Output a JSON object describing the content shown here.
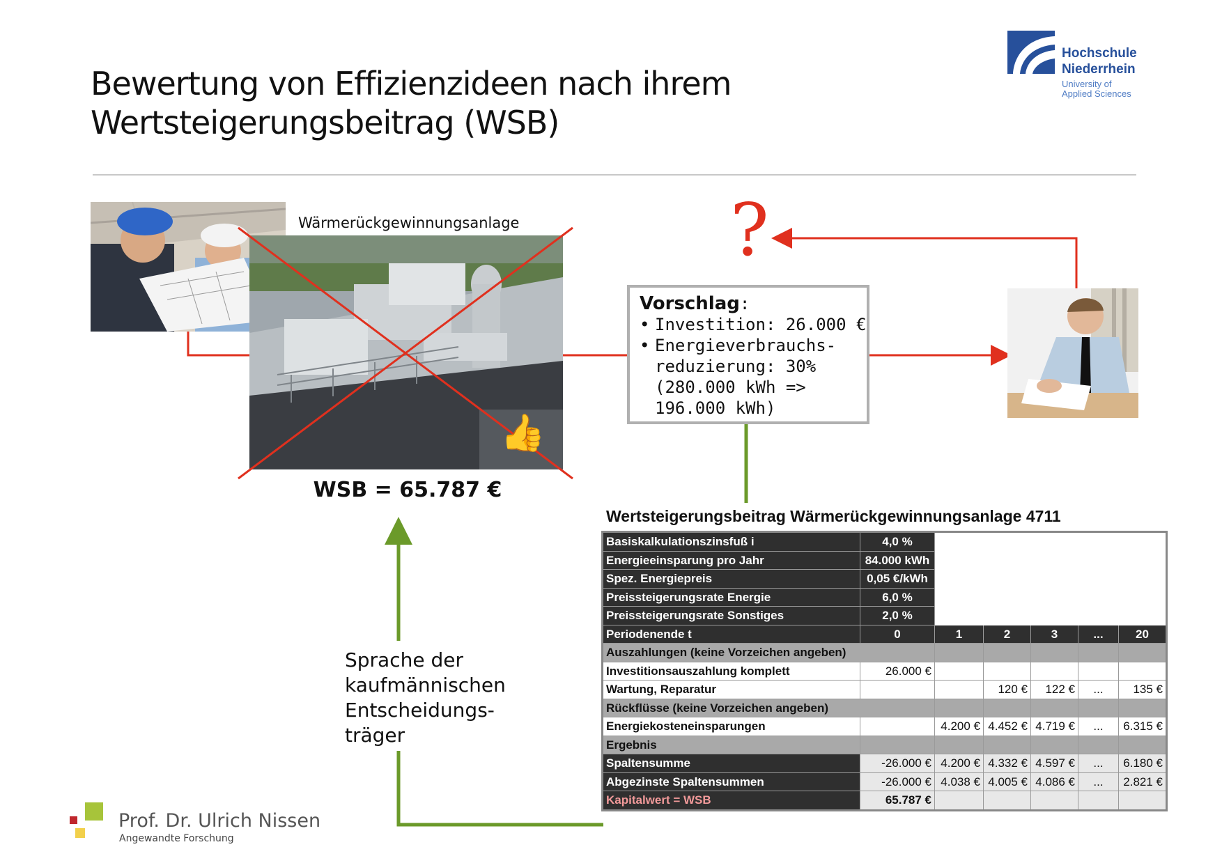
{
  "title": {
    "line1": "Bewertung von Effizienzideen nach ihrem",
    "line2": "Wertsteigerungsbeitrag (WSB)"
  },
  "logo": {
    "name_line1": "Hochschule",
    "name_line2": "Niederrhein",
    "sub_line1": "University of",
    "sub_line2": "Applied Sciences",
    "color": "#27509b"
  },
  "diagram": {
    "photo_label": "Wärmerückgewinnungsanlage",
    "wsb_result": "WSB = 65.787 €",
    "question_mark": "?",
    "thumbs_up_icon": "👍",
    "proposal": {
      "heading": "Vorschlag",
      "heading_suffix": ":",
      "bullets": [
        "Investition: 26.000 €",
        "Energieverbrauchs-",
        "reduzierung: 30%",
        "(280.000 kWh =>",
        "196.000 kWh)"
      ]
    },
    "language_note": [
      "Sprache der",
      "kaufmännischen",
      "Entscheidungs-",
      "träger"
    ],
    "colors": {
      "red_arrow": "#e0301e",
      "green_arrow": "#6b9a2a",
      "cross": "#e0301e"
    }
  },
  "table": {
    "title": "Wertsteigerungsbeitrag Wärmerückgewinnungsanlage 4711",
    "params": [
      {
        "label": "Basiskalkulationszinsfuß i",
        "value": "4,0 %"
      },
      {
        "label": "Energieeinsparung pro Jahr",
        "value": "84.000 kWh"
      },
      {
        "label": "Spez. Energiepreis",
        "value": "0,05 €/kWh"
      },
      {
        "label": "Preissteigerungsrate Energie",
        "value": "6,0 %"
      },
      {
        "label": "Preissteigerungsrate Sonstiges",
        "value": "2,0 %"
      }
    ],
    "period_label": "Periodenende t",
    "periods": [
      "0",
      "1",
      "2",
      "3",
      "...",
      "20"
    ],
    "sec_payouts": "Auszahlungen (keine Vorzeichen angeben)",
    "row_invest": {
      "label": "Investitionsauszahlung komplett",
      "values": [
        "26.000 €",
        "",
        "",
        "",
        "",
        ""
      ]
    },
    "row_maint": {
      "label": "Wartung, Reparatur",
      "values": [
        "",
        "",
        "120 €",
        "122 €",
        "...",
        "135 €"
      ]
    },
    "sec_returns": "Rückflüsse (keine Vorzeichen angeben)",
    "row_energy": {
      "label": "Energiekosteneinsparungen",
      "values": [
        "",
        "4.200 €",
        "4.452 €",
        "4.719 €",
        "...",
        "6.315 €"
      ]
    },
    "sec_result": "Ergebnis",
    "row_sum": {
      "label": "Spaltensumme",
      "values": [
        "-26.000 €",
        "4.200 €",
        "4.332 €",
        "4.597 €",
        "...",
        "6.180 €"
      ]
    },
    "row_disc": {
      "label": "Abgezinste Spaltensummen",
      "values": [
        "-26.000 €",
        "4.038 €",
        "4.005 €",
        "4.086 €",
        "...",
        "2.821 €"
      ]
    },
    "row_npv": {
      "label": "Kapitalwert = WSB",
      "value": "65.787 €"
    }
  },
  "footer": {
    "name": "Prof. Dr. Ulrich Nissen",
    "sub": "Angewandte Forschung"
  }
}
